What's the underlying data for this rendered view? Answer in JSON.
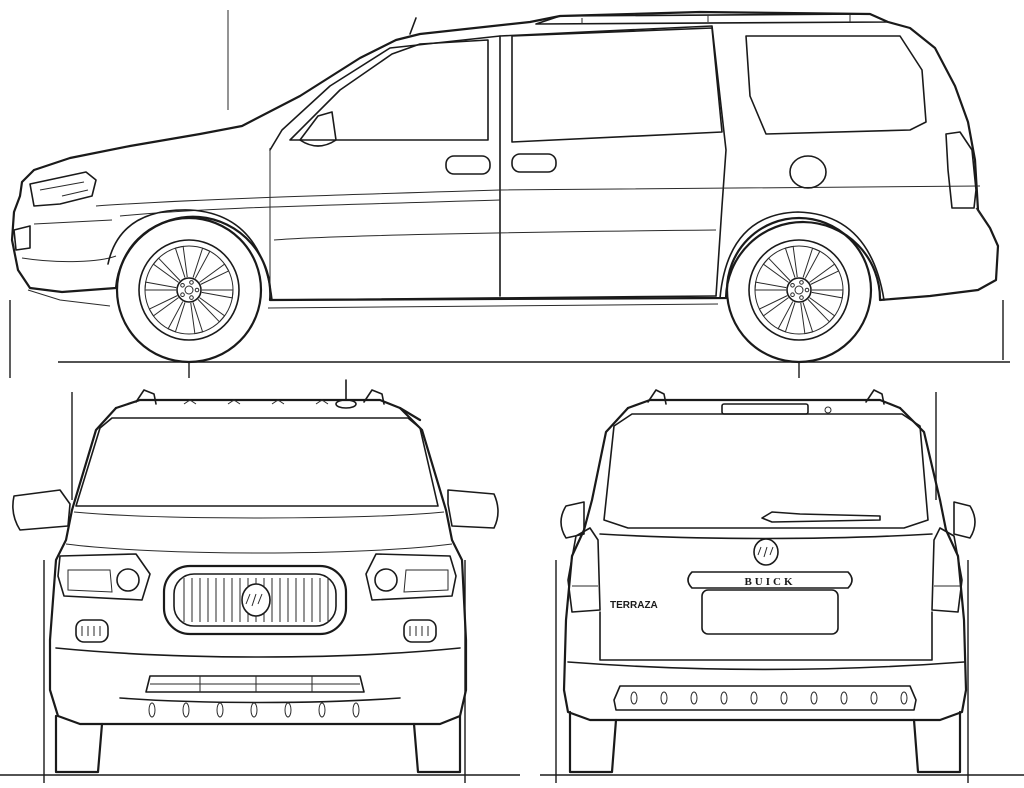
{
  "views": [
    {
      "id": "side",
      "name": "side-view"
    },
    {
      "id": "front",
      "name": "front-view"
    },
    {
      "id": "rear",
      "name": "rear-view"
    }
  ],
  "rear_badges": {
    "model": "TERRAZA",
    "brand": "BUICK"
  },
  "colors": {
    "line": "#1a1a1a",
    "background": "#ffffff"
  }
}
